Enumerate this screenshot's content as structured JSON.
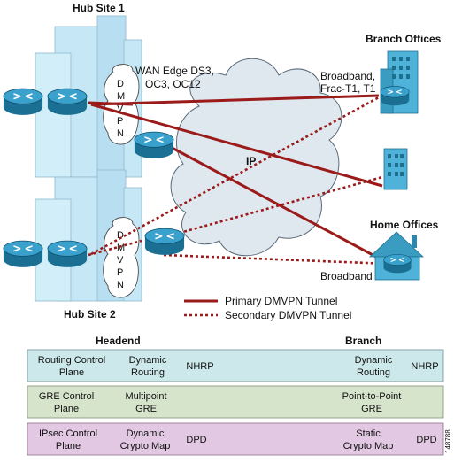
{
  "labels": {
    "hub_site_1": "Hub Site 1",
    "hub_site_2": "Hub Site 2",
    "branch_offices": "Branch Offices",
    "home_offices": "Home Offices",
    "wan_edge_line1": "WAN Edge DS3,",
    "wan_edge_line2": "OC3, OC12",
    "broadband_line1": "Broadband,",
    "broadband_line2": "Frac-T1, T1",
    "broadband_home": "Broadband",
    "ip_cloud": "IP",
    "dmvpn_letters": [
      "D",
      "M",
      "V",
      "P",
      "N"
    ],
    "figure_id": "148788"
  },
  "legend": {
    "primary": "Primary DMVPN Tunnel",
    "secondary": "Secondary DMVPN Tunnel"
  },
  "colors": {
    "tunnel": "#9b1a1a",
    "building": "#c6e8f6",
    "router": "#1e7fa8",
    "cloud": "#dfe7ef",
    "routing_row": "#cce8ea",
    "gre_row": "#d6e4cc",
    "ipsec_row": "#e2c8e2"
  },
  "table": {
    "headend_header": "Headend",
    "branch_header": "Branch",
    "rows": [
      {
        "name": "routing",
        "c1a": "Routing Control",
        "c1b": "Plane",
        "c2a": "Dynamic",
        "c2b": "Routing",
        "c3": "NHRP",
        "c4a": "Dynamic",
        "c4b": "Routing",
        "c5": "NHRP"
      },
      {
        "name": "gre",
        "c1a": "GRE Control",
        "c1b": "Plane",
        "c2a": "Multipoint",
        "c2b": "GRE",
        "c3": "",
        "c4a": "Point-to-Point",
        "c4b": "GRE",
        "c5": ""
      },
      {
        "name": "ipsec",
        "c1a": "IPsec Control",
        "c1b": "Plane",
        "c2a": "Dynamic",
        "c2b": "Crypto Map",
        "c3": "DPD",
        "c4a": "Static",
        "c4b": "Crypto Map",
        "c5": "DPD"
      }
    ]
  }
}
